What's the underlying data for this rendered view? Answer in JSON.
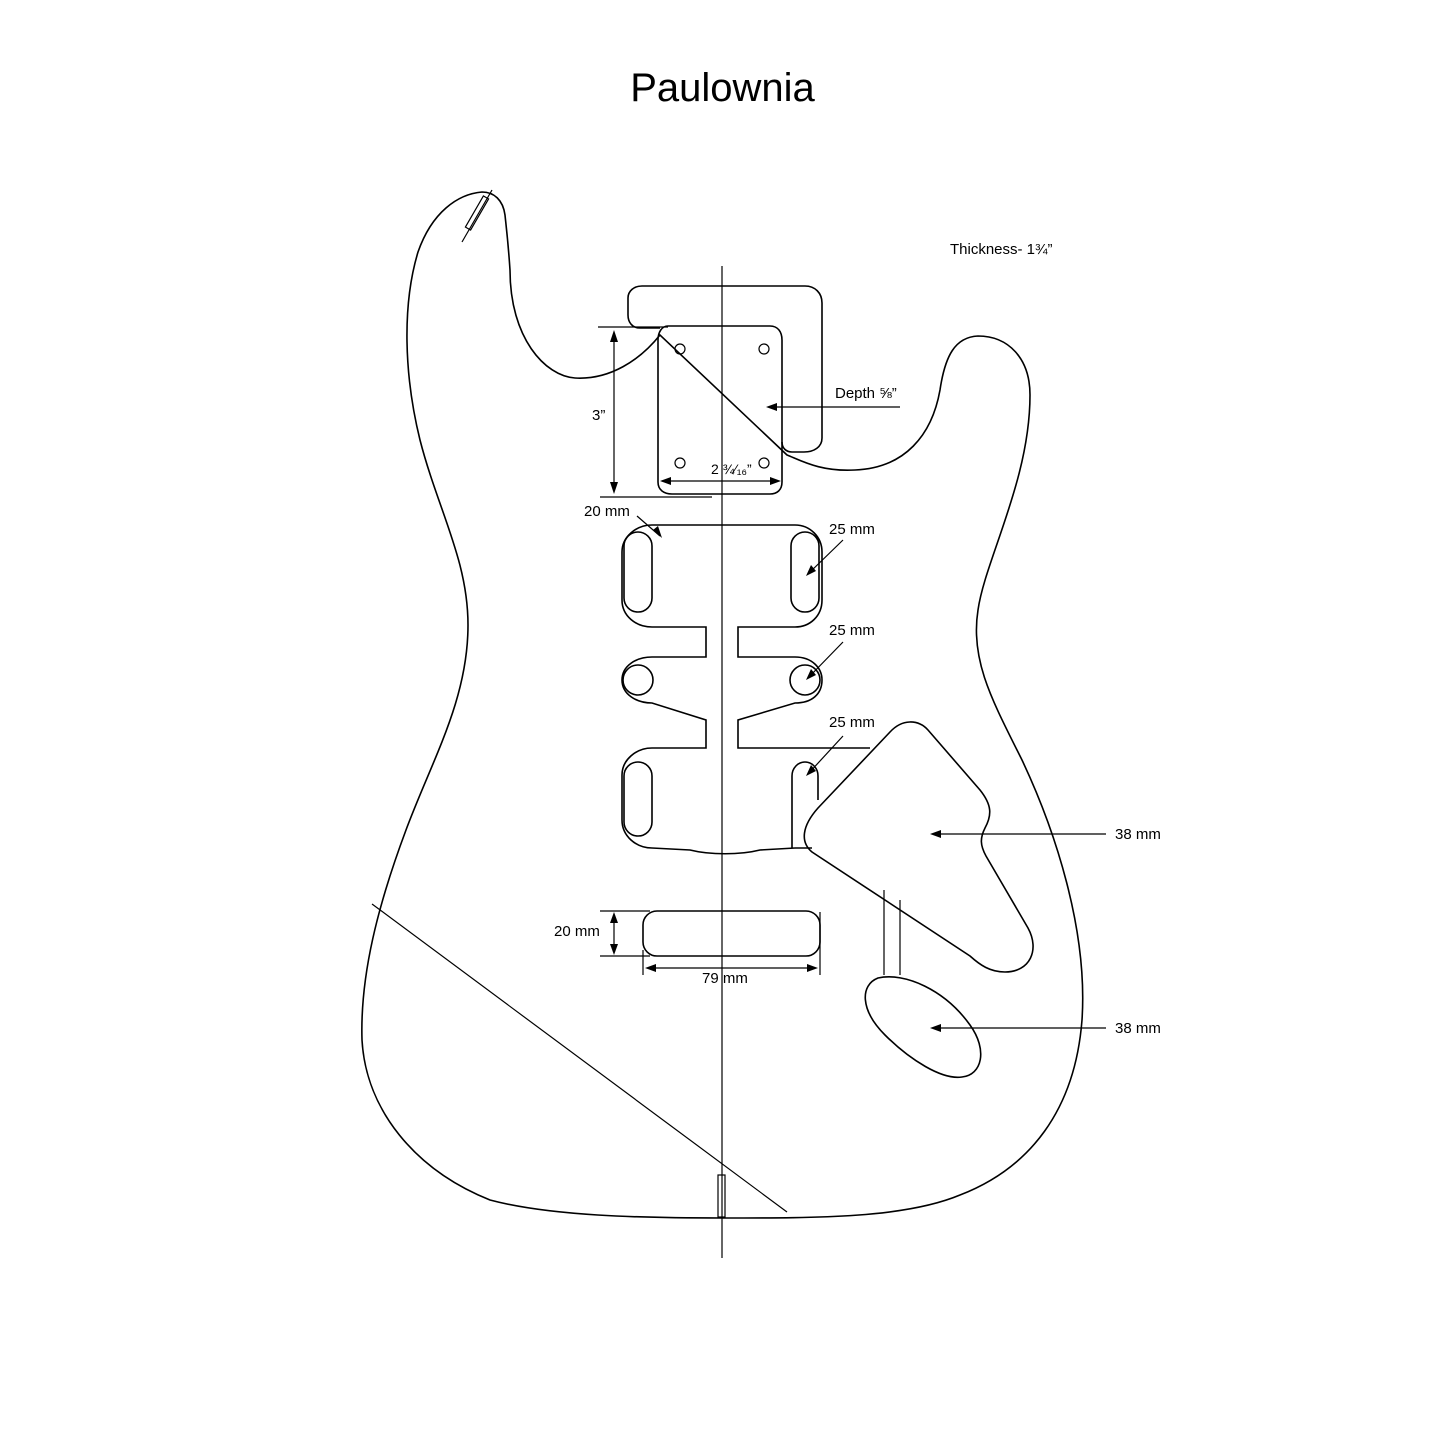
{
  "title": "Paulownia",
  "labels": {
    "thickness": "Thickness- 1¾”",
    "neck_depth": "Depth ⅝”",
    "neck_length": "3”",
    "neck_width": "2 ¾⁄₁₆”",
    "route_top": "20 mm",
    "pickup_neck": "25 mm",
    "pickup_middle": "25 mm",
    "pickup_bridge": "25 mm",
    "bridge_height": "20 mm",
    "bridge_width": "79 mm",
    "control_cavity": "38 mm",
    "jack_cavity": "38 mm"
  },
  "colors": {
    "line": "#000000",
    "background": "#ffffff"
  }
}
